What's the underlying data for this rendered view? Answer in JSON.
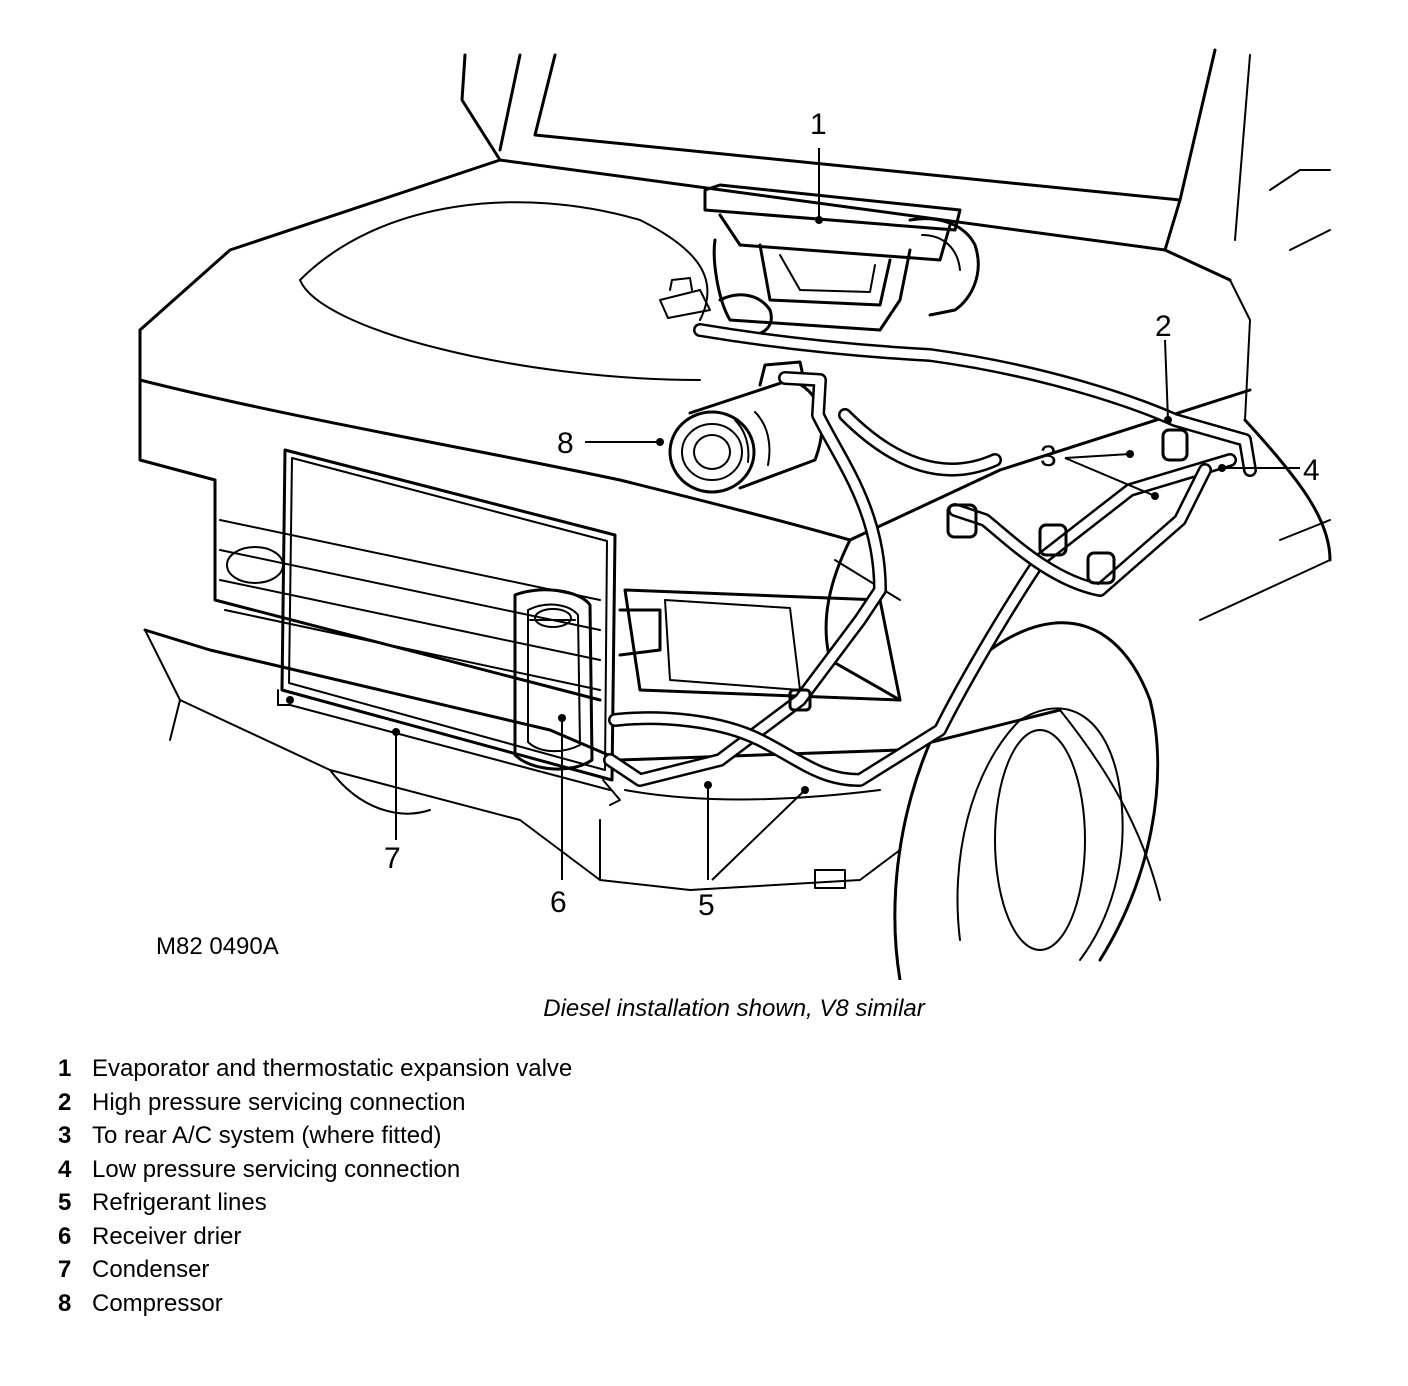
{
  "figure_id": "M82 0490A",
  "caption": "Diesel installation shown, V8 similar",
  "callouts": [
    {
      "number": "1",
      "label": "Evaporator and thermostatic expansion valve"
    },
    {
      "number": "2",
      "label": "High pressure servicing connection"
    },
    {
      "number": "3",
      "label": "To rear A/C system (where fitted)"
    },
    {
      "number": "4",
      "label": "Low pressure servicing connection"
    },
    {
      "number": "5",
      "label": "Refrigerant lines"
    },
    {
      "number": "6",
      "label": "Receiver drier"
    },
    {
      "number": "7",
      "label": "Condenser"
    },
    {
      "number": "8",
      "label": "Compressor"
    }
  ]
}
